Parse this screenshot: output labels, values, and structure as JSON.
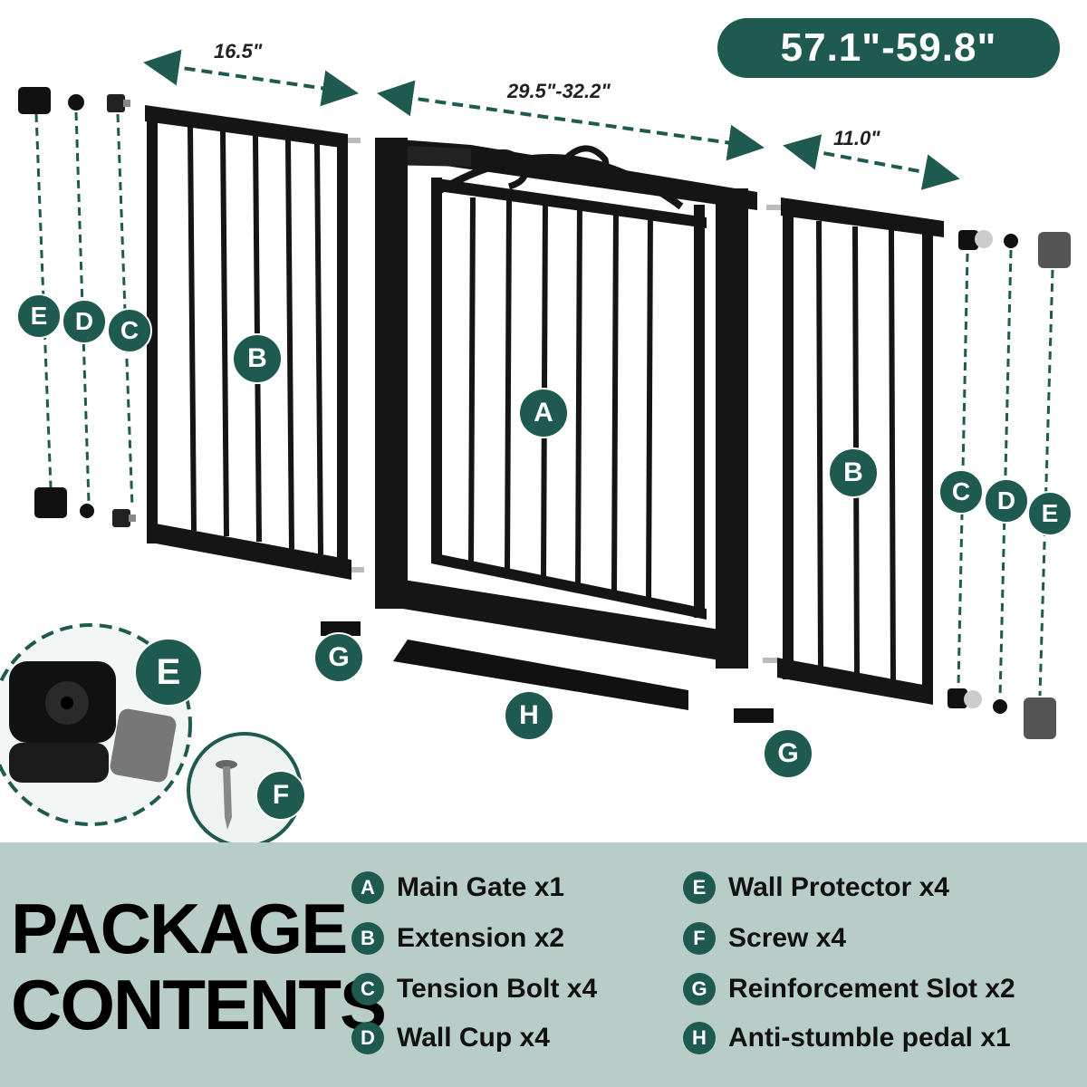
{
  "width_badge": "57.1\"-59.8\"",
  "dimensions": {
    "left_extension": "16.5\"",
    "main_gate": "29.5\"-32.2\"",
    "right_extension": "11.0\""
  },
  "labels": {
    "main_gate": "A",
    "extension": "B",
    "tension_bolt": "C",
    "wall_cup": "D",
    "wall_protector": "E",
    "screw": "F",
    "slot": "G",
    "pedal": "H"
  },
  "package": {
    "title_line1": "PACKAGE",
    "title_line2": "CONTENTS",
    "items_left": [
      {
        "letter": "A",
        "text": "Main Gate x1"
      },
      {
        "letter": "B",
        "text": "Extension x2"
      },
      {
        "letter": "C",
        "text": "Tension Bolt x4"
      },
      {
        "letter": "D",
        "text": "Wall Cup x4"
      }
    ],
    "items_right": [
      {
        "letter": "E",
        "text": "Wall Protector x4"
      },
      {
        "letter": "F",
        "text": "Screw x4"
      },
      {
        "letter": "G",
        "text": "Reinforcement Slot x2"
      },
      {
        "letter": "H",
        "text": "Anti-stumble pedal x1"
      }
    ]
  },
  "colors": {
    "accent": "#1e5a4f",
    "panel_bg": "#b8cdc8",
    "metal": "#111111"
  }
}
